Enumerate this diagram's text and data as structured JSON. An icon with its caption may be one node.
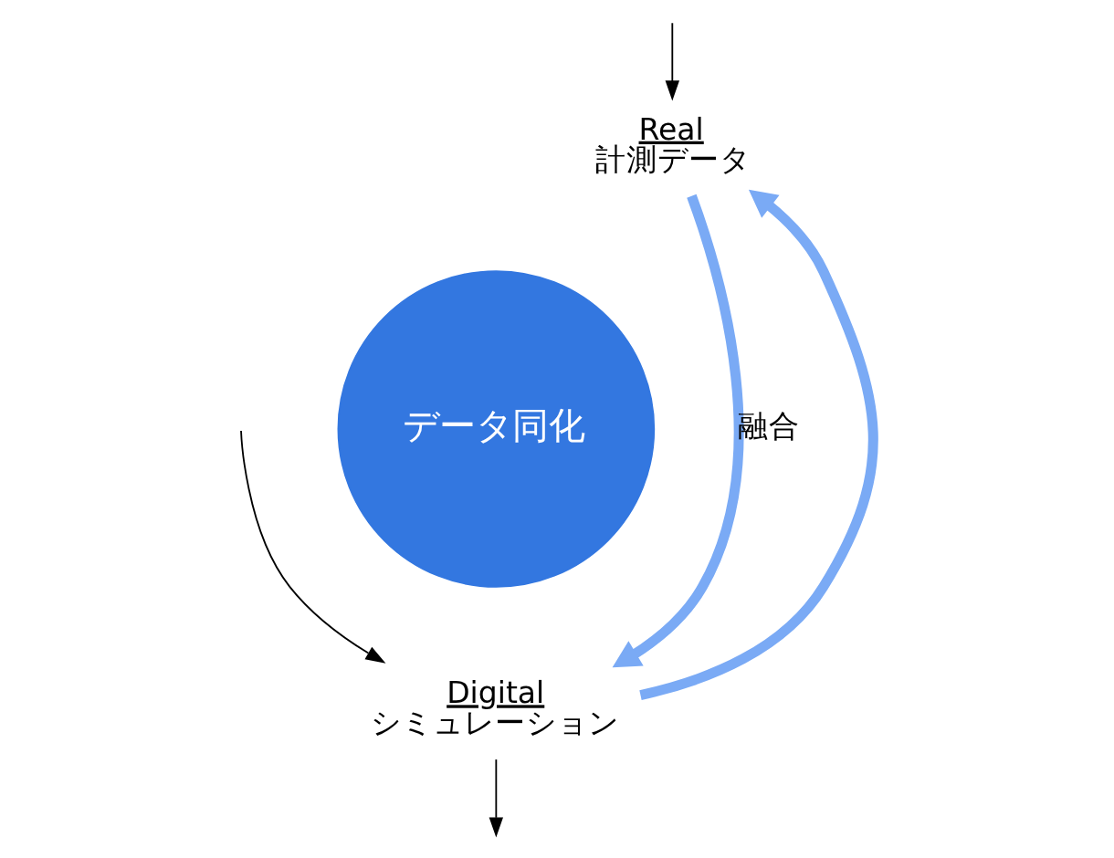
{
  "diagram": {
    "nodes": [
      {
        "text": [
          "Real",
          "計測データ"
        ]
      },
      {
        "text": [
          "データ同化"
        ]
      },
      {
        "text": [
          "Digital",
          "シミュレーション"
        ]
      }
    ],
    "edges": [
      {
        "from": 0,
        "to": 2,
        "arrow": "to",
        "label": "融合",
        "style": "thick",
        "color": "#7aaaf5"
      },
      {
        "from": 2,
        "to": 0,
        "arrow": "to",
        "style": "thick",
        "color": "#7aaaf5"
      },
      {
        "from": null,
        "to": 0,
        "arrow": "to",
        "color": "#000000"
      },
      {
        "from": null,
        "to": 2,
        "arrow": "to",
        "color": "#000000"
      },
      {
        "from": 2,
        "to": null,
        "arrow": "to",
        "color": "#000000"
      }
    ]
  }
}
